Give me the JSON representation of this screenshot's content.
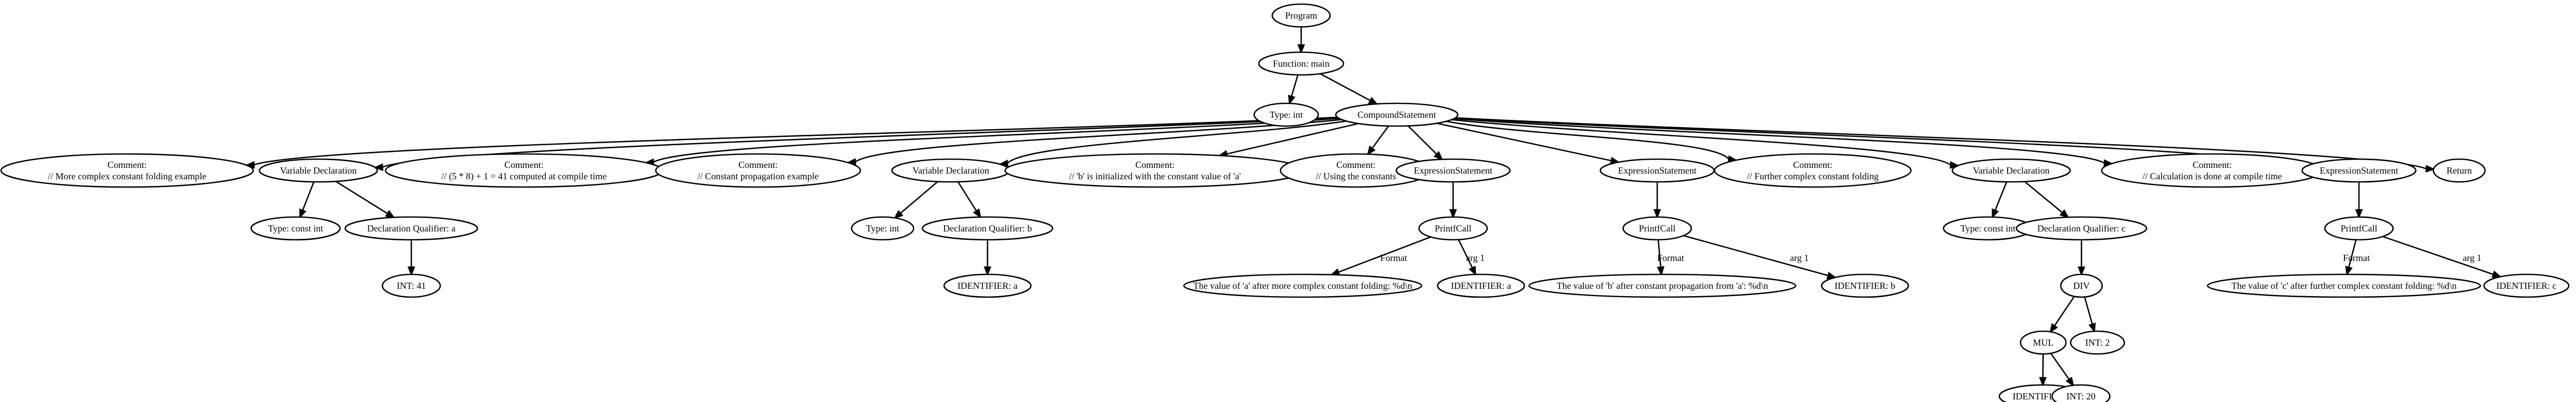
{
  "nodes": [
    {
      "id": "program",
      "lines": [
        "Program"
      ]
    },
    {
      "id": "function-main",
      "lines": [
        "Function: main"
      ]
    },
    {
      "id": "type-int-main",
      "lines": [
        "Type: int"
      ]
    },
    {
      "id": "compound-statement",
      "lines": [
        "CompoundStatement"
      ]
    },
    {
      "id": "comment-1",
      "lines": [
        "Comment:",
        "// More complex constant folding example"
      ]
    },
    {
      "id": "var-decl-a",
      "lines": [
        "Variable Declaration"
      ]
    },
    {
      "id": "type-const-int-a",
      "lines": [
        "Type: const int"
      ]
    },
    {
      "id": "decl-qualifier-a",
      "lines": [
        "Declaration Qualifier: a"
      ]
    },
    {
      "id": "int-41",
      "lines": [
        "INT: 41"
      ]
    },
    {
      "id": "comment-2",
      "lines": [
        "Comment:",
        "// (5 * 8) + 1 = 41 computed at compile time"
      ]
    },
    {
      "id": "comment-3",
      "lines": [
        "Comment:",
        "// Constant propagation example"
      ]
    },
    {
      "id": "var-decl-b",
      "lines": [
        "Variable Declaration"
      ]
    },
    {
      "id": "type-int-b",
      "lines": [
        "Type: int"
      ]
    },
    {
      "id": "decl-qualifier-b",
      "lines": [
        "Declaration Qualifier: b"
      ]
    },
    {
      "id": "identifier-a-1",
      "lines": [
        "IDENTIFIER: a"
      ]
    },
    {
      "id": "comment-4",
      "lines": [
        "Comment:",
        "// 'b' is initialized with the constant value of 'a'"
      ]
    },
    {
      "id": "comment-5",
      "lines": [
        "Comment:",
        "// Using the constants"
      ]
    },
    {
      "id": "expr-stmt-1",
      "lines": [
        "ExpressionStatement"
      ]
    },
    {
      "id": "printf-1",
      "lines": [
        "PrintfCall"
      ]
    },
    {
      "id": "format-1",
      "lines": [
        "The value of 'a' after more complex constant folding: %d\\n"
      ]
    },
    {
      "id": "identifier-a-2",
      "lines": [
        "IDENTIFIER: a"
      ]
    },
    {
      "id": "expr-stmt-2",
      "lines": [
        "ExpressionStatement"
      ]
    },
    {
      "id": "printf-2",
      "lines": [
        "PrintfCall"
      ]
    },
    {
      "id": "format-2",
      "lines": [
        "The value of 'b' after constant propagation from 'a': %d\\n"
      ]
    },
    {
      "id": "identifier-b",
      "lines": [
        "IDENTIFIER: b"
      ]
    },
    {
      "id": "comment-6",
      "lines": [
        "Comment:",
        "// Further complex constant folding"
      ]
    },
    {
      "id": "var-decl-c",
      "lines": [
        "Variable Declaration"
      ]
    },
    {
      "id": "type-const-int-c",
      "lines": [
        "Type: const int"
      ]
    },
    {
      "id": "decl-qualifier-c",
      "lines": [
        "Declaration Qualifier: c"
      ]
    },
    {
      "id": "div",
      "lines": [
        "DIV"
      ]
    },
    {
      "id": "mul",
      "lines": [
        "MUL"
      ]
    },
    {
      "id": "identifier-a-3",
      "lines": [
        "IDENTIFIER: a"
      ]
    },
    {
      "id": "int-20",
      "lines": [
        "INT: 20"
      ]
    },
    {
      "id": "int-2",
      "lines": [
        "INT: 2"
      ]
    },
    {
      "id": "comment-7",
      "lines": [
        "Comment:",
        "// Calculation is done at compile time"
      ]
    },
    {
      "id": "expr-stmt-3",
      "lines": [
        "ExpressionStatement"
      ]
    },
    {
      "id": "printf-3",
      "lines": [
        "PrintfCall"
      ]
    },
    {
      "id": "format-3",
      "lines": [
        "The value of 'c' after further complex constant folding: %d\\n"
      ]
    },
    {
      "id": "identifier-c",
      "lines": [
        "IDENTIFIER: c"
      ]
    },
    {
      "id": "return",
      "lines": [
        "Return"
      ]
    }
  ],
  "edges": [
    {
      "from": "program",
      "to": "function-main",
      "label": ""
    },
    {
      "from": "function-main",
      "to": "type-int-main",
      "label": ""
    },
    {
      "from": "function-main",
      "to": "compound-statement",
      "label": ""
    },
    {
      "from": "compound-statement",
      "to": "comment-1",
      "label": ""
    },
    {
      "from": "compound-statement",
      "to": "var-decl-a",
      "label": ""
    },
    {
      "from": "compound-statement",
      "to": "comment-2",
      "label": ""
    },
    {
      "from": "compound-statement",
      "to": "comment-3",
      "label": ""
    },
    {
      "from": "compound-statement",
      "to": "var-decl-b",
      "label": ""
    },
    {
      "from": "compound-statement",
      "to": "comment-4",
      "label": ""
    },
    {
      "from": "compound-statement",
      "to": "comment-5",
      "label": ""
    },
    {
      "from": "compound-statement",
      "to": "expr-stmt-1",
      "label": ""
    },
    {
      "from": "compound-statement",
      "to": "expr-stmt-2",
      "label": ""
    },
    {
      "from": "compound-statement",
      "to": "comment-6",
      "label": ""
    },
    {
      "from": "compound-statement",
      "to": "var-decl-c",
      "label": ""
    },
    {
      "from": "compound-statement",
      "to": "comment-7",
      "label": ""
    },
    {
      "from": "compound-statement",
      "to": "expr-stmt-3",
      "label": ""
    },
    {
      "from": "compound-statement",
      "to": "return",
      "label": ""
    },
    {
      "from": "var-decl-a",
      "to": "type-const-int-a",
      "label": ""
    },
    {
      "from": "var-decl-a",
      "to": "decl-qualifier-a",
      "label": ""
    },
    {
      "from": "decl-qualifier-a",
      "to": "int-41",
      "label": ""
    },
    {
      "from": "var-decl-b",
      "to": "type-int-b",
      "label": ""
    },
    {
      "from": "var-decl-b",
      "to": "decl-qualifier-b",
      "label": ""
    },
    {
      "from": "decl-qualifier-b",
      "to": "identifier-a-1",
      "label": ""
    },
    {
      "from": "expr-stmt-1",
      "to": "printf-1",
      "label": ""
    },
    {
      "from": "printf-1",
      "to": "format-1",
      "label": "Format"
    },
    {
      "from": "printf-1",
      "to": "identifier-a-2",
      "label": "arg 1"
    },
    {
      "from": "expr-stmt-2",
      "to": "printf-2",
      "label": ""
    },
    {
      "from": "printf-2",
      "to": "format-2",
      "label": "Format"
    },
    {
      "from": "printf-2",
      "to": "identifier-b",
      "label": "arg 1"
    },
    {
      "from": "var-decl-c",
      "to": "type-const-int-c",
      "label": ""
    },
    {
      "from": "var-decl-c",
      "to": "decl-qualifier-c",
      "label": ""
    },
    {
      "from": "decl-qualifier-c",
      "to": "div",
      "label": ""
    },
    {
      "from": "div",
      "to": "mul",
      "label": ""
    },
    {
      "from": "div",
      "to": "int-2",
      "label": ""
    },
    {
      "from": "mul",
      "to": "identifier-a-3",
      "label": ""
    },
    {
      "from": "mul",
      "to": "int-20",
      "label": ""
    },
    {
      "from": "expr-stmt-3",
      "to": "printf-3",
      "label": ""
    },
    {
      "from": "printf-3",
      "to": "format-3",
      "label": "Format"
    },
    {
      "from": "printf-3",
      "to": "identifier-c",
      "label": "arg 1"
    }
  ]
}
